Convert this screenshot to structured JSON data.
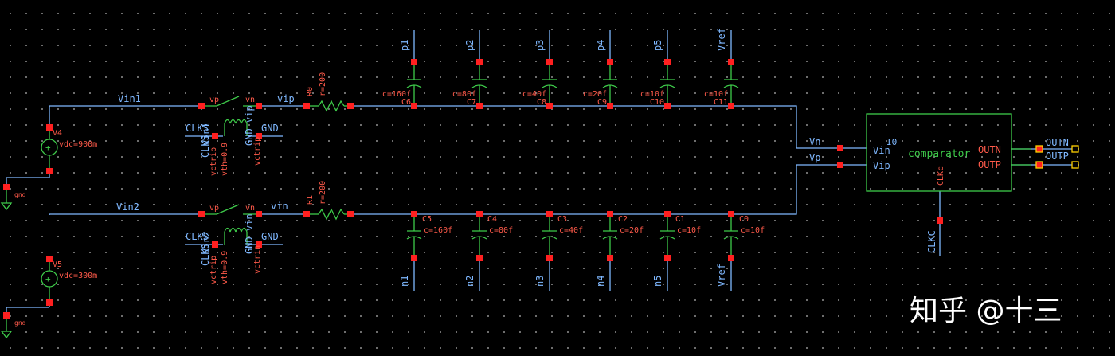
{
  "watermark": "知乎 @十三",
  "nets": {
    "vin1": "Vin1",
    "vin2": "Vin2",
    "vip": "vip",
    "vin": "vin",
    "vn": "Vn",
    "vp": "Vp",
    "clkc": "CLKC",
    "outn": "OUTN",
    "outp": "OUTP"
  },
  "sources": [
    {
      "name": "V4",
      "value": "vdc=900m",
      "gnd": "gnd"
    },
    {
      "name": "V5",
      "value": "vdc=300m",
      "gnd": "gnd"
    }
  ],
  "switches": [
    {
      "vp": "vp",
      "vn": "vn",
      "ctrl": "CLKS",
      "gnd": "GND",
      "inst": "Vin1",
      "port": "vctrip",
      "vth": "vth=0.9",
      "clk_rot": "CLKS",
      "gnd_rot": "GND vip",
      "vctrl": "vctrip"
    },
    {
      "vp": "vp",
      "vn": "vn",
      "ctrl": "CLKS",
      "gnd": "GND",
      "inst": "Vin2",
      "port": "vctrip",
      "vth": "vth=0.9",
      "clk_rot": "CLKS",
      "gnd_rot": "GND vin",
      "vctrl": "vctrin"
    }
  ],
  "resistors": [
    {
      "name": "R0",
      "value": "r=200"
    },
    {
      "name": "R1",
      "value": "r=200"
    }
  ],
  "top_caps": [
    {
      "name": "C6",
      "value": "c=160f",
      "net": "p1"
    },
    {
      "name": "C7",
      "value": "c=80f",
      "net": "p2"
    },
    {
      "name": "C8",
      "value": "c=40f",
      "net": "p3"
    },
    {
      "name": "C9",
      "value": "c=20f",
      "net": "p4"
    },
    {
      "name": "C10",
      "value": "c=10f",
      "net": "p5"
    },
    {
      "name": "C11",
      "value": "c=10f",
      "net": "Vref"
    }
  ],
  "bottom_caps": [
    {
      "name": "C5",
      "value": "c=160f",
      "net": "n1"
    },
    {
      "name": "C4",
      "value": "c=80f",
      "net": "n2"
    },
    {
      "name": "C3",
      "value": "c=40f",
      "net": "n3"
    },
    {
      "name": "C2",
      "value": "c=20f",
      "net": "n4"
    },
    {
      "name": "C1",
      "value": "c=10f",
      "net": "n5"
    },
    {
      "name": "C0",
      "value": "c=10f",
      "net": "Vref"
    }
  ],
  "comparator": {
    "name": "comparator",
    "instance": "I0",
    "pin_vin": "Vin",
    "pin_vip": "Vip",
    "pin_outn": "OUTN",
    "pin_outp": "OUTP",
    "pin_clkc": "CLKc"
  }
}
